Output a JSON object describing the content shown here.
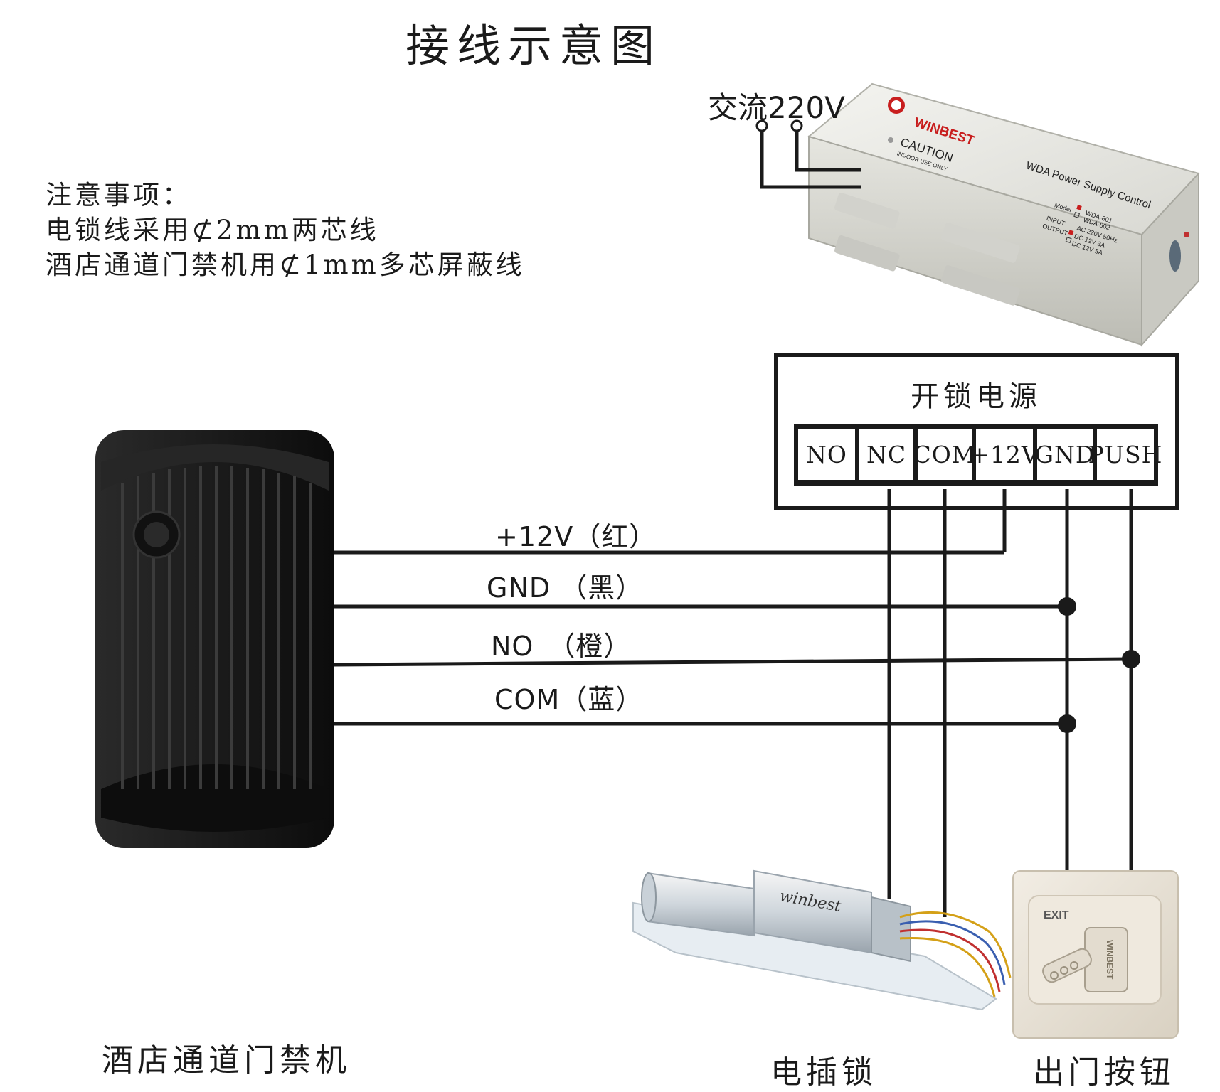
{
  "title": "接线示意图",
  "ac_label": "交流220V",
  "notes": {
    "heading": "注意事项：",
    "line1": "电锁线采用⊄2mm两芯线",
    "line2": "酒店通道门禁机用⊄1mm多芯屏蔽线"
  },
  "psu_device": {
    "brand": "WINBEST",
    "caution": "CAUTION",
    "indoor": "INDOOR USE ONLY",
    "product": "WDA Power Supply Control",
    "model_label": "Model",
    "model_1": "WDA-801",
    "model_2": "WDA-802",
    "input_label": "INPUT",
    "input_value": "AC 220V 50Hz",
    "output_label": "OUTPUT",
    "output_1": "DC 12V 3A",
    "output_2": "DC 12V 5A"
  },
  "power_block": {
    "title": "开锁电源",
    "terminals": [
      "NO",
      "NC",
      "COM",
      "+12V",
      "GND",
      "PUSH"
    ]
  },
  "wires": [
    {
      "label": "+12V（红）",
      "color": "#1a1a1a"
    },
    {
      "label": "GND （黑）",
      "color": "#1a1a1a"
    },
    {
      "label": "NO　（橙）",
      "color": "#1a1a1a"
    },
    {
      "label": "COM（蓝）",
      "color": "#1a1a1a"
    }
  ],
  "lock_device": {
    "brand": "winbest"
  },
  "exit_button": {
    "label": "EXIT",
    "brand": "WINBEST"
  },
  "captions": {
    "reader": "酒店通道门禁机",
    "lock": "电插锁",
    "exit": "出门按钮"
  }
}
